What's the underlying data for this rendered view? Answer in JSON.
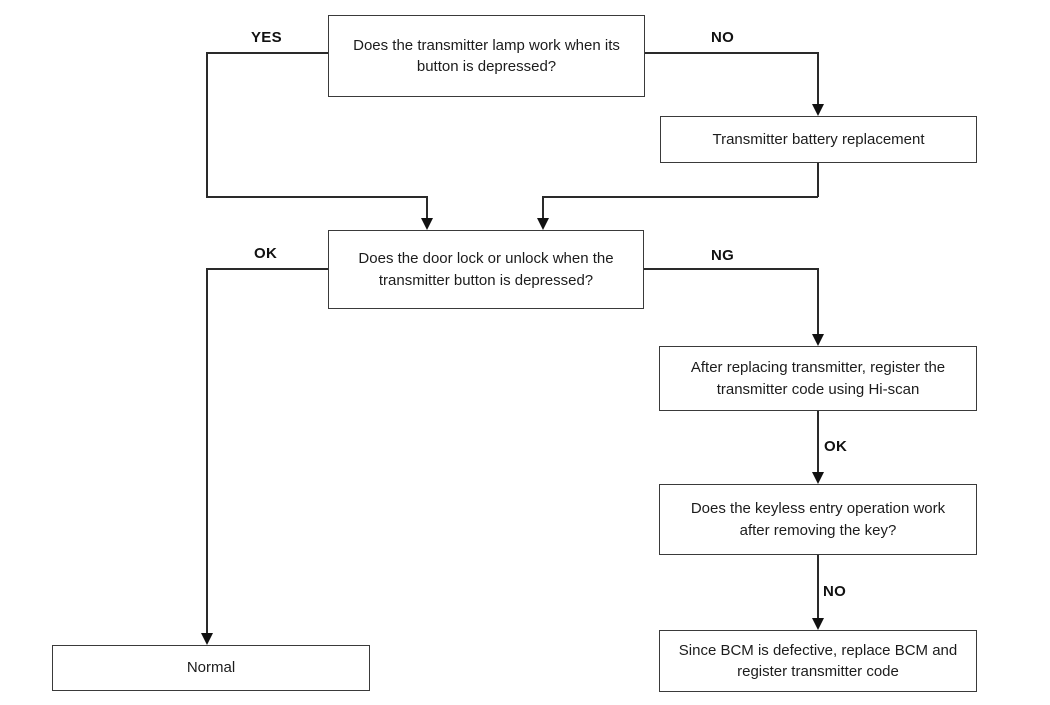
{
  "flowchart": {
    "nodes": {
      "q1": {
        "text": "Does the transmitter lamp work when its button is depressed?"
      },
      "battery": {
        "text": "Transmitter battery replacement"
      },
      "q2": {
        "text": "Does the door lock or unlock when the transmitter button is depressed?"
      },
      "register": {
        "text": "After replacing transmitter, register the transmitter code using Hi-scan"
      },
      "q3": {
        "text": "Does the keyless entry operation work after removing the key?"
      },
      "bcm": {
        "text": "Since BCM is defective, replace BCM and register transmitter code"
      },
      "normal": {
        "text": "Normal"
      }
    },
    "labels": {
      "yes_top": "YES",
      "no_top": "NO",
      "ok_left": "OK",
      "ng_right": "NG",
      "ok_mid": "OK",
      "no_bottom": "NO"
    },
    "colors": {
      "background": "#ffffff",
      "box_border": "#3a3a3a",
      "line": "#2a2a2a",
      "text": "#1c1c1c"
    }
  }
}
